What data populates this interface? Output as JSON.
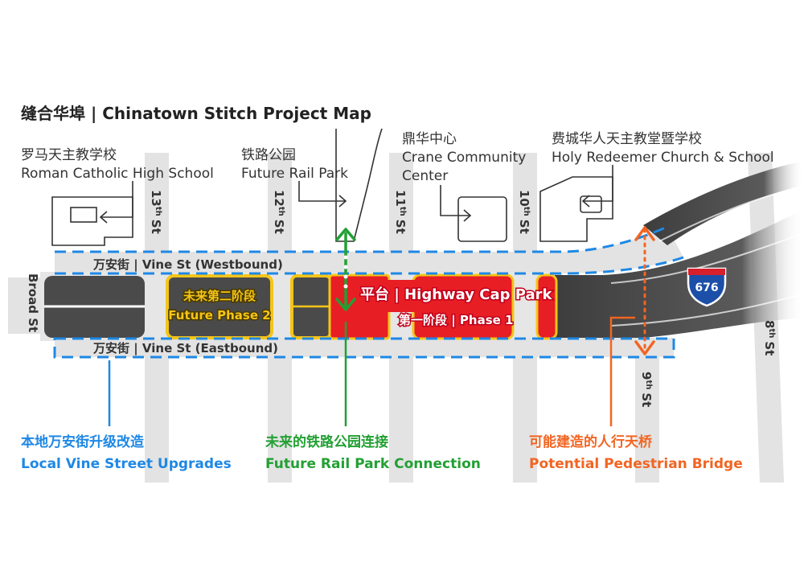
{
  "title": "缝合华埠 | Chinatown Stitch Project Map",
  "landmarks": {
    "roman_catholic": {
      "zh": "罗马天主教学校",
      "en": "Roman Catholic High School"
    },
    "rail_park": {
      "zh": "铁路公园",
      "en": "Future Rail Park"
    },
    "crane_center": {
      "zh": "鼎华中心",
      "en1": "Crane Community",
      "en2": "Center"
    },
    "holy_redeemer": {
      "zh": "费城华人天主教堂暨学校",
      "en": "Holy Redeemer Church & School"
    }
  },
  "streets": {
    "broad": "Broad St",
    "s13": "13",
    "s12": "12",
    "s11": "11",
    "s10": "10",
    "s9": "9",
    "s8": "8",
    "ordinal_suffix": "th",
    "st": "St",
    "vine_west": "万安街 | Vine St (Westbound)",
    "vine_east": "万安街 | Vine St (Eastbound)"
  },
  "zones": {
    "phase2_zh": "未来第二阶段",
    "phase2_en": "Future Phase 2",
    "cap_park": "平台 | Highway Cap Park",
    "phase1": "第一阶段 | Phase 1"
  },
  "highway_shield": "676",
  "callouts": {
    "vine_upgrades": {
      "zh": "本地万安街升级改造",
      "en": "Local Vine Street Upgrades",
      "color": "#1e88e5"
    },
    "rail_connection": {
      "zh": "未来的铁路公园连接",
      "en": "Future Rail Park Connection",
      "color": "#22a033"
    },
    "ped_bridge": {
      "zh": "可能建造的人行天桥",
      "en": "Potential Pedestrian Bridge",
      "color": "#f26522"
    }
  },
  "colors": {
    "cap_red": "#e81e25",
    "phase2_yellow": "#f5c518",
    "road_gray": "#e3e3e3",
    "highway_dark": "#444444",
    "vine_blue": "#1e88e5",
    "rail_green": "#22a033",
    "bridge_orange": "#f26522"
  }
}
